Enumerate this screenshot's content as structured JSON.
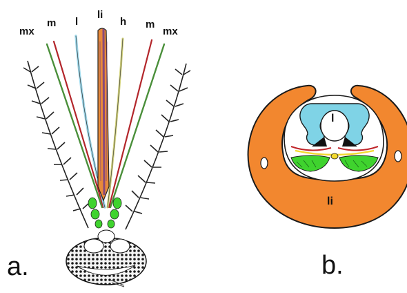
{
  "panel_a": {
    "caption": "a.",
    "labels": {
      "mx_left": "mx",
      "m_left": "m",
      "l": "l",
      "li": "li",
      "h": "h",
      "m_right": "m",
      "mx_right": "mx"
    }
  },
  "panel_b": {
    "caption": "b.",
    "labels": {
      "l": "l",
      "li": "li"
    }
  },
  "colors": {
    "labium": "#f2872f",
    "labium_stroke": "#1a1a1a",
    "labrum": "#7fd3e6",
    "mandible": "#b3262b",
    "maxilla": "#4a8f3a",
    "hypopharynx": "#d8d46a",
    "palp_green": "#3fd32e",
    "yellow": "#f2d92e",
    "labrum_stylet": "#bfe3f0",
    "li_stylet": "#e88a3a",
    "li_stylet_purple": "#8a4a7a"
  }
}
